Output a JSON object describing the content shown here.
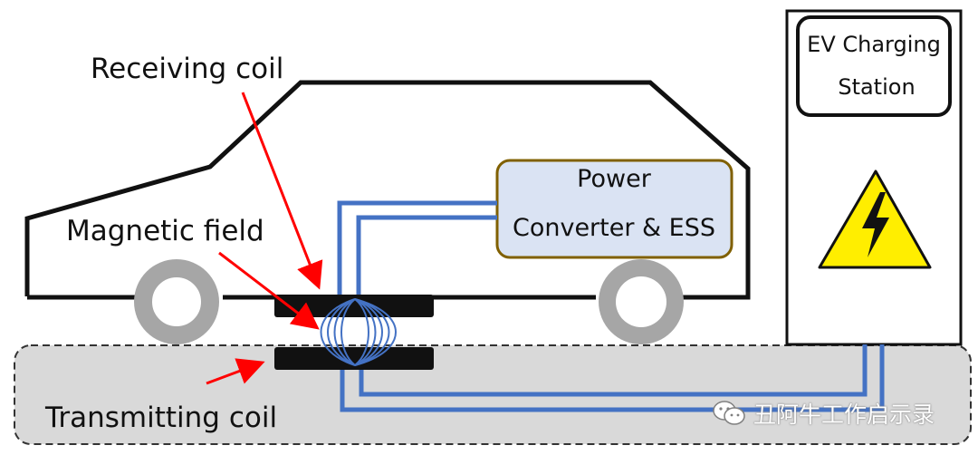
{
  "labels": {
    "receiving_coil": "Receiving coil",
    "magnetic_field": "Magnetic field",
    "transmitting_coil": "Transmitting coil",
    "converter_line1": "Power",
    "converter_line2": "Converter & ESS",
    "station_line1": "EV Charging",
    "station_line2": "Station"
  },
  "watermark": {
    "text": "丑阿牛工作启示录",
    "icon": "wechat-icon"
  },
  "colors": {
    "wire": "#4472c4",
    "converter_fill": "#dae3f3",
    "converter_border": "#806000",
    "ground_fill": "#d9d9d9",
    "arrow": "#ff0000",
    "warning": "#ffee00",
    "field_lines": "#4472c4"
  },
  "icons": {
    "warning": "high-voltage-warning-icon"
  }
}
